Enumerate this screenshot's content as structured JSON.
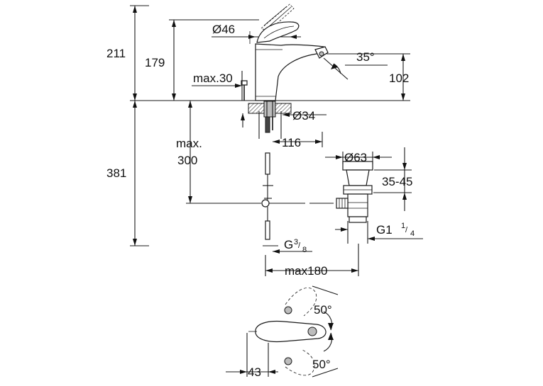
{
  "dimensions": {
    "d46": "Ø46",
    "h211": "211",
    "h179": "179",
    "angle35": "35°",
    "h102": "102",
    "max30": "max.30",
    "d34": "Ø34",
    "w116": "116",
    "max_label": "max.",
    "max_value": "300",
    "h381": "381",
    "d63": "Ø63",
    "r3545": "35-45",
    "g1_main": "G1",
    "g1_num": "1",
    "g1_den": "4",
    "g38_main": "G",
    "g38_num": "3",
    "g38_den": "8",
    "max180": "max180",
    "angle50_top": "50°",
    "angle50_bottom": "50°",
    "w43": "43"
  }
}
